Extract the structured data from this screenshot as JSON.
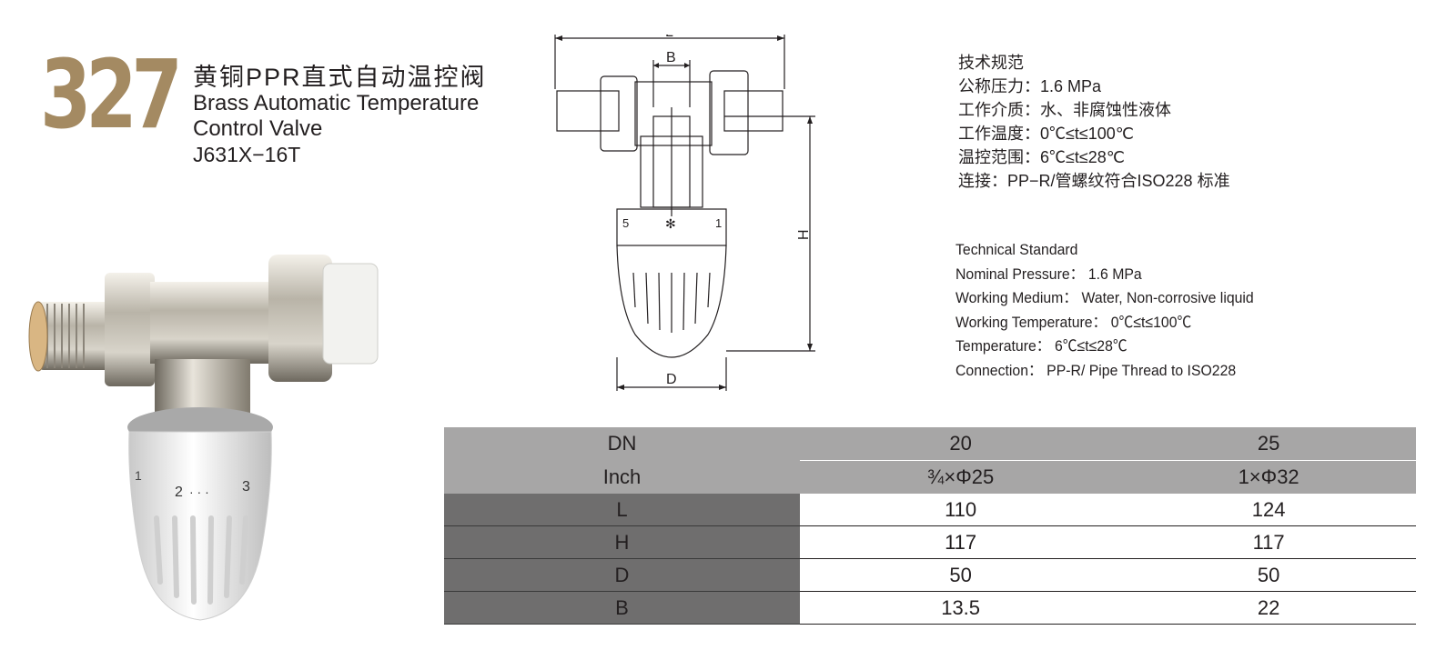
{
  "header": {
    "model_number": "327",
    "title_zh": "黄铜PPR直式自动温控阀",
    "title_en_line1": "Brass Automatic Temperature",
    "title_en_line2": "Control Valve",
    "model_code": "J631X−16T"
  },
  "specs_zh": {
    "heading": "技术规范",
    "pressure": "公称压力：1.6 MPa",
    "medium": "工作介质：水、非腐蚀性液体",
    "temperature": "工作温度：0℃≤t≤100℃",
    "range": "温控范围：6℃≤t≤28℃",
    "connection": "连接：PP−R/管螺纹符合ISO228 标准"
  },
  "specs_en": {
    "heading": "Technical Standard",
    "pressure": "Nominal Pressure： 1.6 MPa",
    "medium": "Working Medium： Water, Non-corrosive liquid",
    "temperature": "Working Temperature： 0℃≤t≤100℃",
    "range": "Temperature： 6℃≤t≤28℃",
    "connection": "Connection： PP-R/ Pipe Thread to ISO228"
  },
  "drawing": {
    "label_l": "L",
    "label_b": "B",
    "label_h": "H",
    "label_d": "D",
    "dial_left": "5",
    "dial_right": "1",
    "dial_mark": "✻"
  },
  "photo": {
    "dial_1": "1",
    "dial_2": "2",
    "dial_3": "3",
    "dial_dots": "· · ·"
  },
  "table": {
    "header_dn": "DN",
    "header_inch": "Inch",
    "columns": [
      {
        "dn": "20",
        "inch": "¾×Φ25"
      },
      {
        "dn": "25",
        "inch": "1×Φ32"
      }
    ],
    "rows": [
      {
        "label": "L",
        "values": [
          "110",
          "124"
        ]
      },
      {
        "label": "H",
        "values": [
          "117",
          "117"
        ]
      },
      {
        "label": "D",
        "values": [
          "50",
          "50"
        ]
      },
      {
        "label": "B",
        "values": [
          "13.5",
          "22"
        ]
      }
    ]
  },
  "colors": {
    "brand_gold": "#a48a62",
    "header_gray": "#a7a6a6",
    "label_gray": "#6f6e6e"
  }
}
